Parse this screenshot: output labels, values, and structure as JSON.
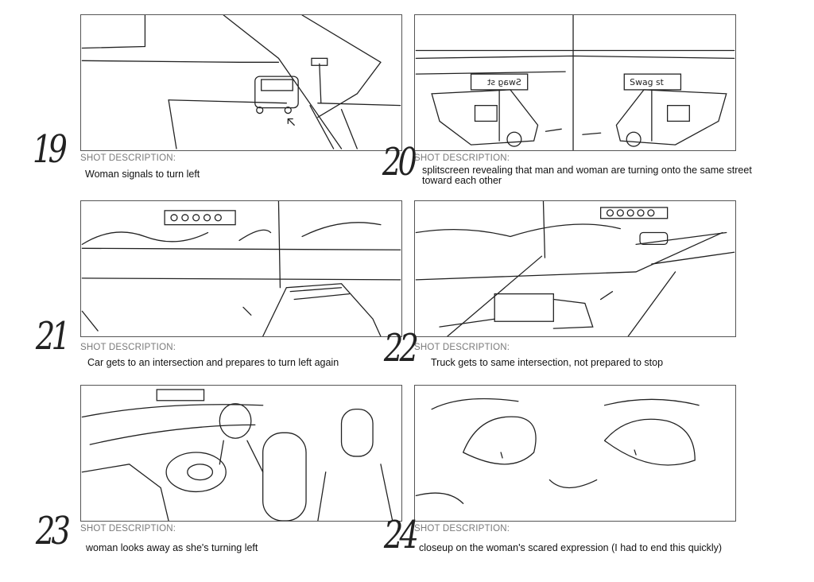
{
  "shot_label": "SHOT DESCRIPTION:",
  "sign_text": "Swag st",
  "shots": [
    {
      "number": "19",
      "description": "Woman signals to turn left"
    },
    {
      "number": "20",
      "description": "splitscreen revealing that man and woman are turning onto the same street toward each other"
    },
    {
      "number": "21",
      "description": "Car gets to an intersection and prepares to turn left again"
    },
    {
      "number": "22",
      "description": "Truck gets to same intersection, not prepared to stop"
    },
    {
      "number": "23",
      "description": "woman looks away as she's turning left"
    },
    {
      "number": "24",
      "description": "closeup on the woman's scared expression (I had to end this quickly)"
    }
  ]
}
